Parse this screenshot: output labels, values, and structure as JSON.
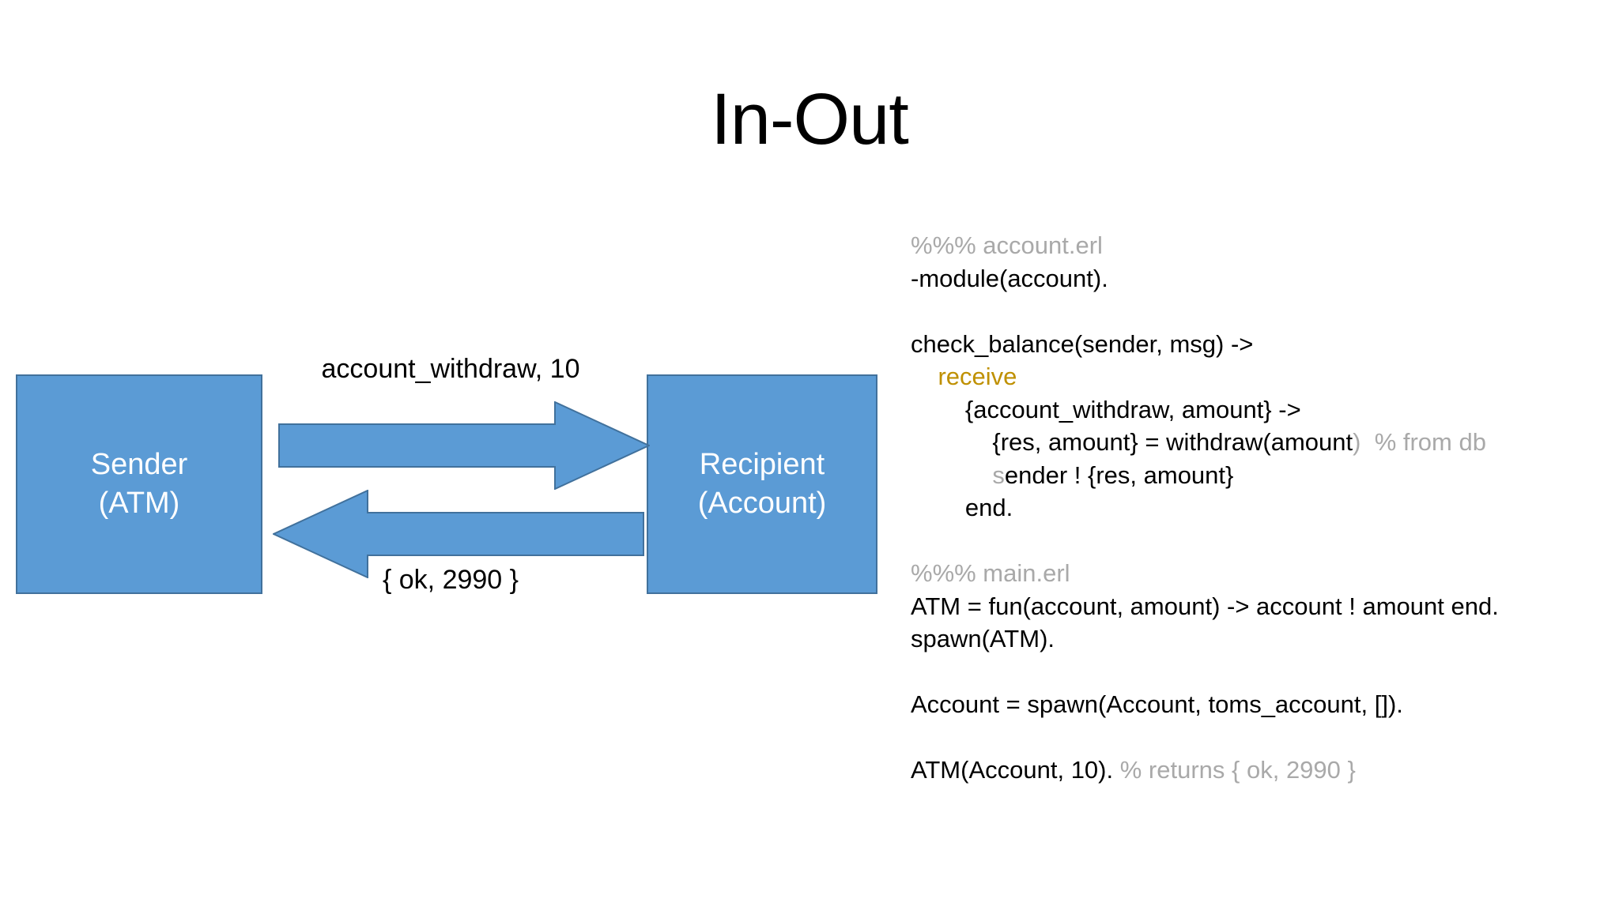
{
  "slide": {
    "title": "In-Out"
  },
  "diagram": {
    "sender_box": {
      "line1": "Sender",
      "line2": "(ATM)"
    },
    "recipient_box": {
      "line1": "Recipient",
      "line2": "(Account)"
    },
    "request_label": "account_withdraw, 10",
    "response_label": "{ ok, 2990 }",
    "colors": {
      "box_fill": "#5b9bd5",
      "box_border": "#41719c",
      "box_text": "#ffffff",
      "arrow_fill": "#5b9bd5",
      "arrow_border": "#41719c"
    }
  },
  "code": {
    "lines": [
      {
        "indent": 0,
        "parts": [
          {
            "text": "%%% account.erl",
            "style": "cmt"
          }
        ]
      },
      {
        "indent": 0,
        "parts": [
          {
            "text": "-module(account).",
            "style": "plain"
          }
        ]
      },
      {
        "indent": 0,
        "parts": [
          {
            "text": "",
            "style": "plain"
          }
        ]
      },
      {
        "indent": 0,
        "parts": [
          {
            "text": "check_balance(sender, msg) ->",
            "style": "plain"
          }
        ]
      },
      {
        "indent": 1,
        "parts": [
          {
            "text": "receive",
            "style": "kw"
          }
        ]
      },
      {
        "indent": 2,
        "parts": [
          {
            "text": "{account_withdraw, amount} ->",
            "style": "plain"
          }
        ]
      },
      {
        "indent": 3,
        "parts": [
          {
            "text": "{res, amount} = withdraw(amount",
            "style": "plain"
          },
          {
            "text": ")",
            "style": "dim"
          },
          {
            "text": "  % from db",
            "style": "cmt"
          }
        ]
      },
      {
        "indent": 3,
        "parts": [
          {
            "text": "s",
            "style": "dim"
          },
          {
            "text": "ender ! {res, amount}",
            "style": "plain"
          }
        ]
      },
      {
        "indent": 2,
        "parts": [
          {
            "text": "end.",
            "style": "plain"
          }
        ]
      },
      {
        "indent": 0,
        "parts": [
          {
            "text": "",
            "style": "plain"
          }
        ]
      },
      {
        "indent": 0,
        "parts": [
          {
            "text": "%%% main.erl",
            "style": "cmt"
          }
        ]
      },
      {
        "indent": 0,
        "parts": [
          {
            "text": "ATM = fun(account, amount) -> account ! amount end.",
            "style": "plain"
          }
        ]
      },
      {
        "indent": 0,
        "parts": [
          {
            "text": "spawn(ATM).",
            "style": "plain"
          }
        ]
      },
      {
        "indent": 0,
        "parts": [
          {
            "text": "",
            "style": "plain"
          }
        ]
      },
      {
        "indent": 0,
        "parts": [
          {
            "text": "Account = spawn(Account, toms_account, []).",
            "style": "plain"
          }
        ]
      },
      {
        "indent": 0,
        "parts": [
          {
            "text": "",
            "style": "plain"
          }
        ]
      },
      {
        "indent": 0,
        "parts": [
          {
            "text": "ATM(Account, 10).",
            "style": "plain"
          },
          {
            "text": " % returns { ok, 2990 }",
            "style": "cmt"
          }
        ]
      }
    ],
    "colors": {
      "comment": "#a9a9a9",
      "keyword": "#bf9000",
      "text": "#000000"
    }
  }
}
